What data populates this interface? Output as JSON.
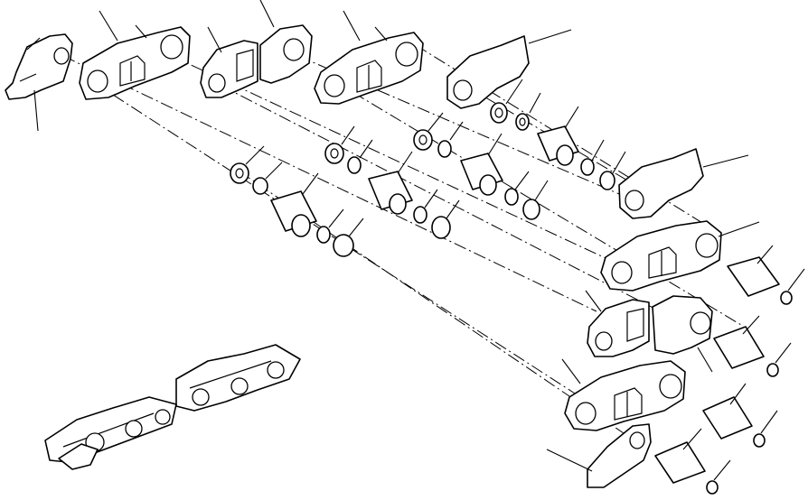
{
  "diagram": {
    "caption": "",
    "labels": []
  },
  "colors": {
    "ink": "#000000",
    "paper": "#ffffff"
  },
  "icons": {
    "parts": [
      "link-assembly",
      "master-link",
      "pin",
      "bushing",
      "seal",
      "spacer",
      "shoe-plate",
      "nut"
    ]
  }
}
